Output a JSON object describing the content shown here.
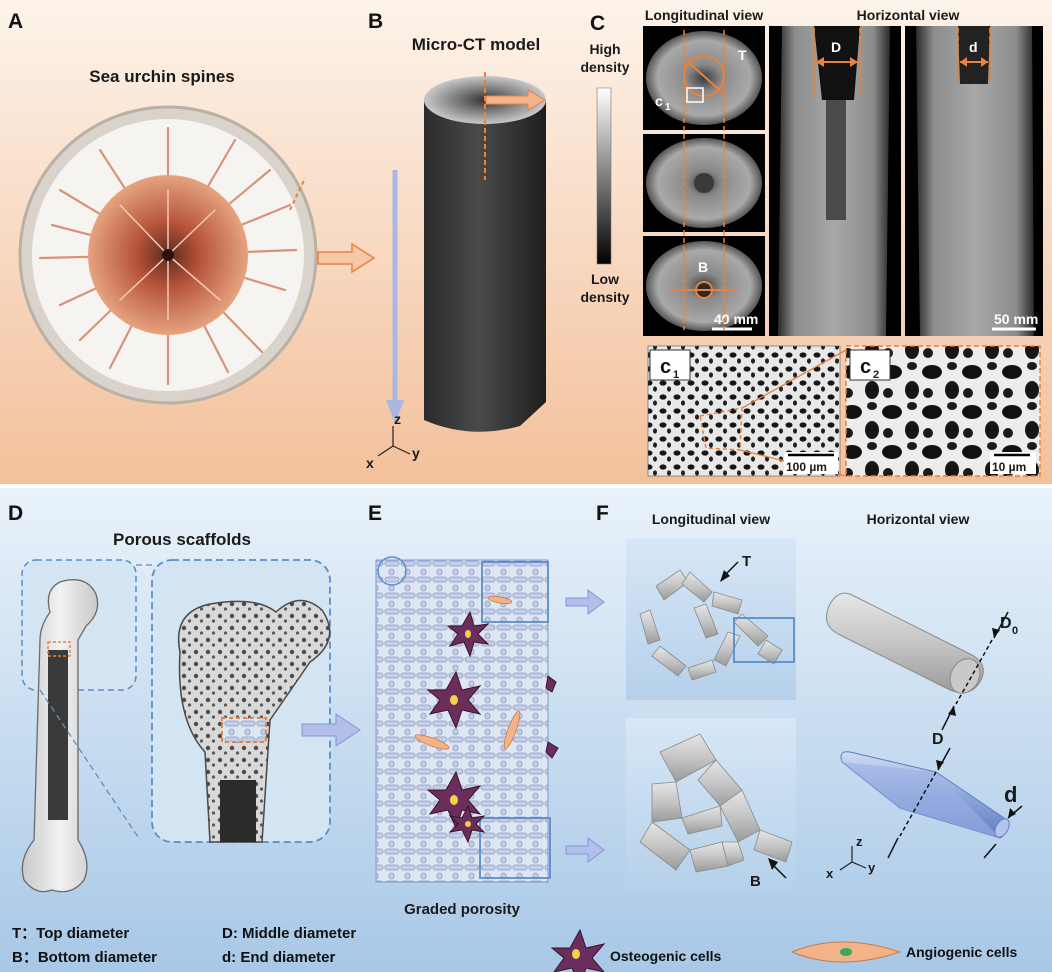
{
  "panels": {
    "A": {
      "letter": "A",
      "title": "Sea urchin spines"
    },
    "B": {
      "letter": "B",
      "title": "Micro-CT model",
      "axes": {
        "z": "z",
        "y": "y",
        "x": "x"
      }
    },
    "C": {
      "letter": "C",
      "longitudinal_title": "Longitudinal view",
      "horizontal_title": "Horizontal view",
      "colorbar_high_1": "High",
      "colorbar_high_2": "density",
      "colorbar_low_1": "Low",
      "colorbar_low_2": "density",
      "label_T": "T",
      "label_c1": "c",
      "label_c1_sub": "1",
      "label_B": "B",
      "label_D": "D",
      "label_d": "d",
      "scale_small": "40 mm",
      "scale_large": "50 mm",
      "c1_tag": "c",
      "c1_tag_sub": "1",
      "c2_tag": "c",
      "c2_tag_sub": "2",
      "c1_scale": "100 µm",
      "c2_scale": "10 µm"
    },
    "D": {
      "letter": "D",
      "title": "Porous scaffolds"
    },
    "E": {
      "letter": "E",
      "caption": "Graded porosity"
    },
    "F": {
      "letter": "F",
      "longitudinal_title": "Longitudinal view",
      "horizontal_title": "Horizontal view",
      "label_T": "T",
      "label_B": "B",
      "label_D0": "D",
      "label_D0_sub": "0",
      "label_D": "D",
      "label_d": "d",
      "axes": {
        "z": "z",
        "y": "y",
        "x": "x"
      }
    }
  },
  "legend": {
    "T": "T：Top diameter",
    "B": "B：Bottom diameter",
    "D": "D:  Middle diameter",
    "d": "d:   End diameter",
    "osteogenic": "Osteogenic cells",
    "angiogenic": "Angiogenic cells"
  },
  "colors": {
    "top_bg_light": "#fdf0e6",
    "top_bg_dark": "#f4c3a1",
    "bottom_bg_light": "#e4eff9",
    "bottom_bg_dark": "#a7c7e6",
    "accent_orange": "#e8823c",
    "accent_blue": "#6b9fd4",
    "cell_purple": "#6b2e5c"
  }
}
